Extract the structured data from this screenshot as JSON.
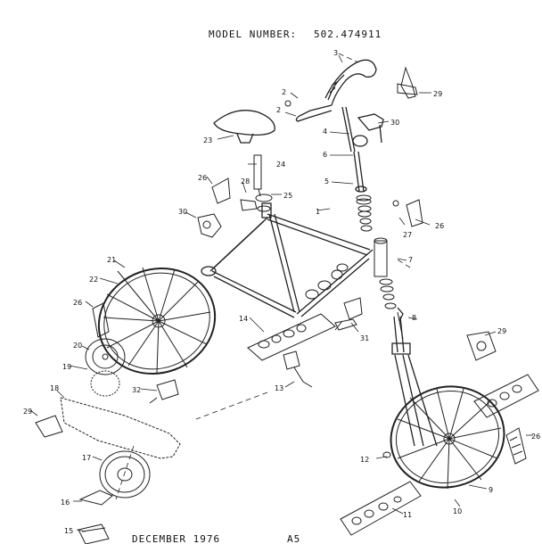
{
  "header": {
    "model_label": "MODEL NUMBER:",
    "model_number": "502.474911"
  },
  "footer": {
    "date": "DECEMBER 1976",
    "page_ref": "A5"
  },
  "callouts": [
    "1",
    "2",
    "2",
    "3",
    "4",
    "5",
    "6",
    "7",
    "8",
    "9",
    "10",
    "11",
    "12",
    "13",
    "14",
    "15",
    "16",
    "17",
    "18",
    "19",
    "20",
    "21",
    "22",
    "23",
    "24",
    "25",
    "26",
    "26",
    "26",
    "26",
    "27",
    "28",
    "29",
    "29",
    "29",
    "30",
    "30",
    "31",
    "32"
  ]
}
